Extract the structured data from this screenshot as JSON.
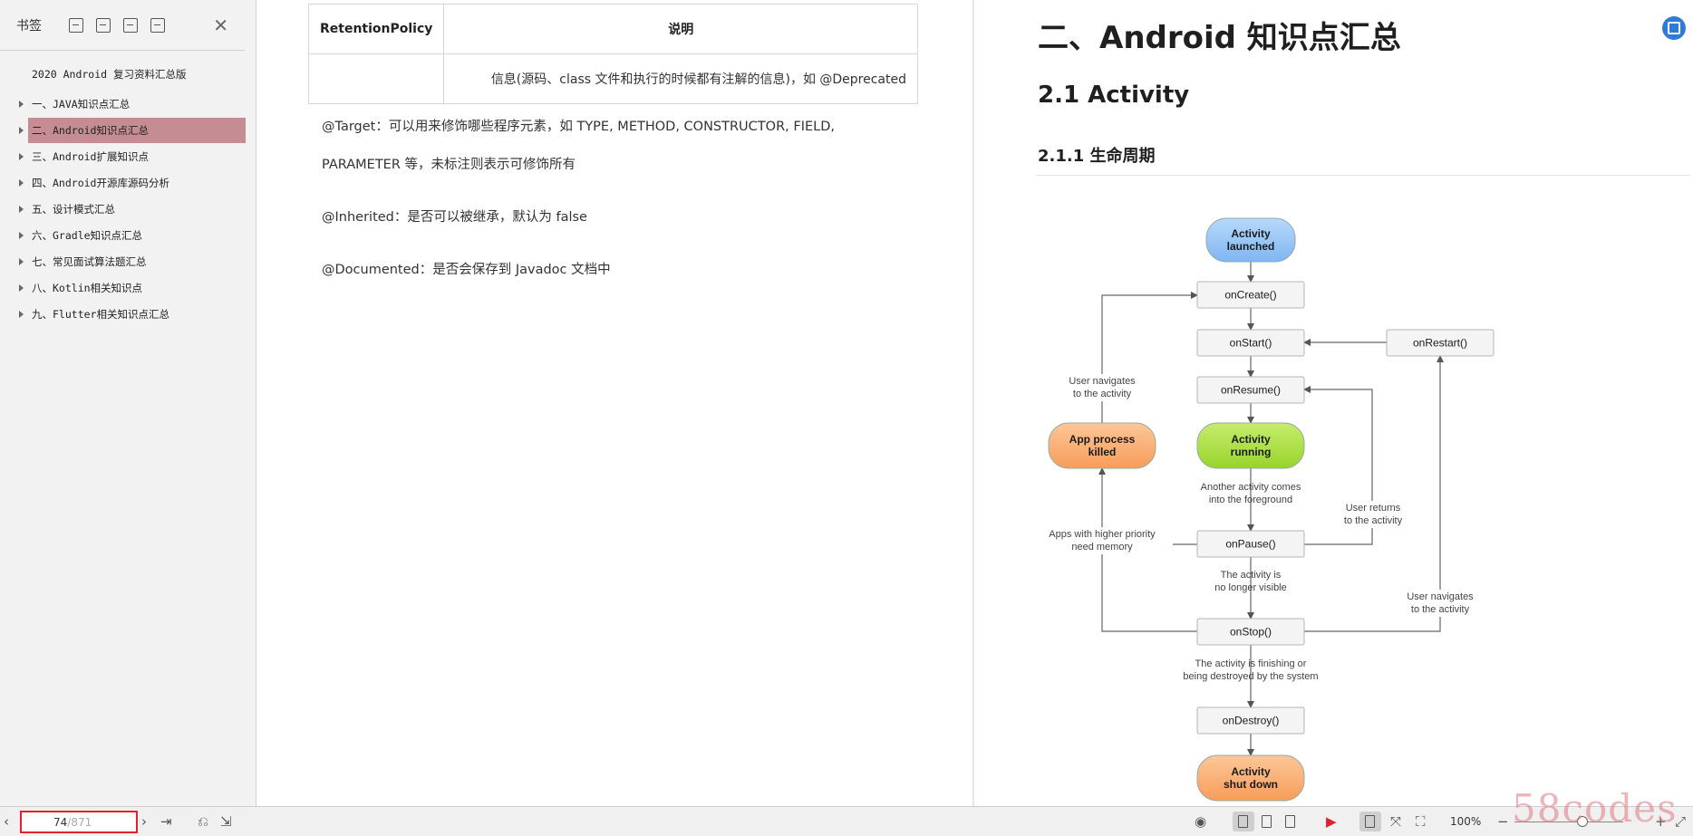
{
  "sidebar": {
    "title": "书签",
    "doc_title": "2020 Android 复习资料汇总版",
    "items": [
      {
        "label": "一、JAVA知识点汇总"
      },
      {
        "label": "二、Android知识点汇总"
      },
      {
        "label": "三、Android扩展知识点"
      },
      {
        "label": "四、Android开源库源码分析"
      },
      {
        "label": "五、设计模式汇总"
      },
      {
        "label": "六、Gradle知识点汇总"
      },
      {
        "label": "七、常见面试算法题汇总"
      },
      {
        "label": "八、Kotlin相关知识点"
      },
      {
        "label": "九、Flutter相关知识点汇总"
      }
    ],
    "active_index": 1,
    "active_color": "#c48c93"
  },
  "left_page": {
    "table": {
      "headers": [
        "RetentionPolicy",
        "说明"
      ],
      "row": [
        "",
        "信息(源码、class 文件和执行的时候都有注解的信息)，如 @Deprecated"
      ]
    },
    "paragraphs": [
      "@Target：可以用来修饰哪些程序元素，如 TYPE, METHOD, CONSTRUCTOR, FIELD,",
      "PARAMETER 等，未标注则表示可修饰所有",
      "@Inherited：是否可以被继承，默认为 false",
      "@Documented：是否会保存到 Javadoc 文档中"
    ]
  },
  "right_page": {
    "chapter_title": "二、Android 知识点汇总",
    "section_title": "2.1 Activity",
    "subsection_title": "2.1.1  生命周期",
    "diagram": {
      "nodes": {
        "launched": "Activity\nlaunched",
        "onCreate": "onCreate()",
        "onStart": "onStart()",
        "onRestart": "onRestart()",
        "onResume": "onResume()",
        "running": "Activity\nrunning",
        "killed": "App process\nkilled",
        "onPause": "onPause()",
        "onStop": "onStop()",
        "onDestroy": "onDestroy()",
        "shutdown": "Activity\nshut down"
      },
      "notes": {
        "user_nav_left": "User navigates\nto the activity",
        "another_activity": "Another activity comes\ninto the foreground",
        "user_returns": "User returns\nto the activity",
        "higher_priority": "Apps with higher priority\nneed memory",
        "no_longer_visible": "The activity is\nno longer visible",
        "user_nav_right": "User navigates\nto the activity",
        "finishing": "The activity is finishing or\nbeing destroyed by the system"
      },
      "colors": {
        "blue": "#8ec2f8",
        "green": "#a6dd3a",
        "orange": "#fbae72",
        "box": "#f4f4f4"
      }
    }
  },
  "bottombar": {
    "page_current": "74",
    "page_total": "/871",
    "zoom": "100%"
  },
  "watermark": "58codes"
}
